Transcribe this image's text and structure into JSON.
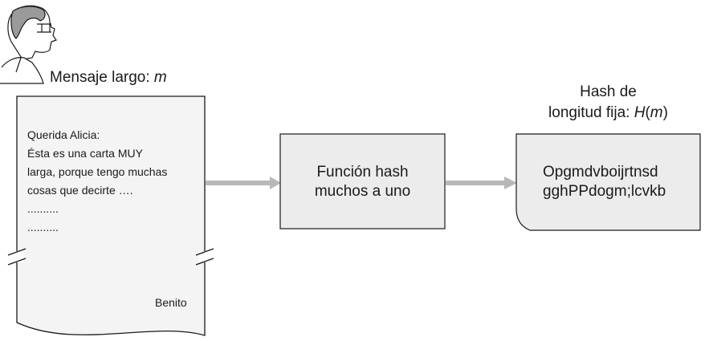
{
  "sender_label": {
    "text": "Mensaje largo: ",
    "var": "m"
  },
  "letter": {
    "lines": [
      "Querida Alicia:",
      "Ésta es una carta MUY",
      "larga, porque tengo muchas",
      "cosas que decirte ….",
      "..........",
      ".........."
    ],
    "signature": "Benito"
  },
  "hash_function": {
    "line1": "Función hash",
    "line2": "muchos a uno"
  },
  "hash_output": {
    "title_line1": "Hash de",
    "title_line2_prefix": "longitud fija: ",
    "title_fn": "H",
    "title_open": "(",
    "title_var": "m",
    "title_close": ")",
    "line1": "Opgmdvboijrtnsd",
    "line2": "gghPPdogm;lcvkb"
  },
  "colors": {
    "box_fill": "#ececec",
    "stroke": "#1a1a1a",
    "arrow": "#b8b8b8",
    "letter_fill": "#f4f4f4"
  }
}
